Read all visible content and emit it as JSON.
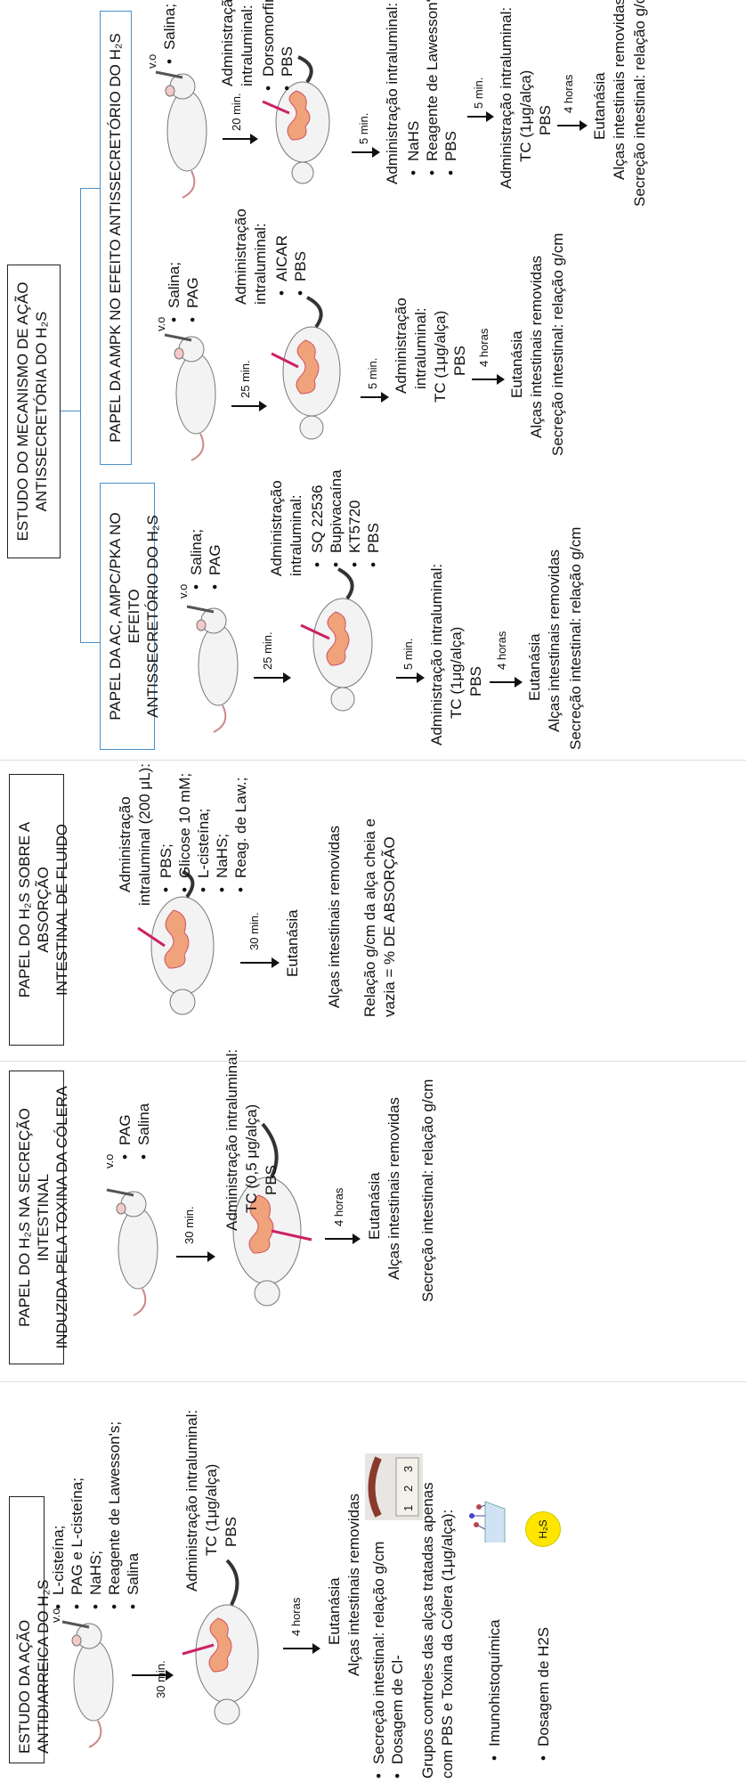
{
  "sections": {
    "antidiarrheal": {
      "title": "ESTUDO DA AÇÃO ANTIDIARREICA DO H₂S",
      "vo": "v.o",
      "treatments": [
        "L-cisteína;",
        "PAG e L-cisteína;",
        "NaHS;",
        "Reagente de Lawesson's;",
        "Salina"
      ],
      "wait1": "30 min.",
      "admin": "Administração intraluminal:",
      "admin2": "TC (1μg/alça)",
      "admin3": "PBS",
      "wait2": "4 horas",
      "outcome1": "Eutanásia",
      "outcome2": "Alças intestinais removidas",
      "results": [
        "Secreção intestinal: relação g/cm",
        "Dosagem de Cl-"
      ],
      "controls1": "Grupos controles das alças tratadas apenas",
      "controls2": "com PBS e Toxina da Cólera (1μg/alça):",
      "assays": [
        "Imunohistoquímica",
        "Dosagem de H2S"
      ],
      "h2s_badge": "H₂S",
      "ruler_ticks": [
        "1",
        "2",
        "3"
      ]
    },
    "cholera": {
      "title1": "PAPEL DO H₂S NA SECREÇÃO INTESTINAL",
      "title2": "INDUZIDA PELA TOXINA DA CÓLERA",
      "vo": "v.o",
      "treatments": [
        "PAG",
        "Salina"
      ],
      "wait1": "30 min.",
      "admin": "Administração intraluminal:",
      "admin2": "TC (0,5 μg/alça)",
      "admin3": "PBS",
      "wait2": "4 horas",
      "outcome1": "Eutanásia",
      "outcome2": "Alças intestinais removidas",
      "result": "Secreção intestinal: relação g/cm"
    },
    "absorption": {
      "title1": "PAPEL DO H₂S SOBRE A ABSORÇÃO",
      "title2": "INTESTINAL DE FLUIDO",
      "admin1": "Administração",
      "admin2": "intraluminal (200 μL):",
      "treatments": [
        "PBS;",
        "Glicose 10 mM;",
        "L-cisteína;",
        "NaHS;",
        "Reag. de Law.;"
      ],
      "wait": "30 min.",
      "outcome1": "Eutanásia",
      "outcome2": "Alças intestinais removidas",
      "result1": "Relação g/cm da alça cheia e",
      "result2": "vazia = % DE ABSORÇÃO"
    },
    "mechanism": {
      "title1": "ESTUDO DO MECANISMO DE AÇÃO",
      "title2": "ANTISSECRETÓRIA DO H₂S",
      "ac": {
        "title1": "PAPEL DA AC, AMPC/PKA NO EFEITO",
        "title2": "ANTISSECRETÓRIO DO H₂S",
        "vo": "v.o",
        "treatments": [
          "Salina;",
          "PAG"
        ],
        "wait1": "25 min.",
        "admin1": "Administração",
        "admin2": "intraluminal:",
        "admin_items": [
          "SQ 22536",
          "Bupivacaína",
          "KT5720",
          "PBS"
        ],
        "wait2": "5 min.",
        "admin_b1": "Administração intraluminal:",
        "admin_b2": "TC (1μg/alça)",
        "admin_b3": "PBS",
        "wait3": "4 horas",
        "outcome1": "Eutanásia",
        "outcome2": "Alças intestinais removidas",
        "result": "Secreção intestinal: relação g/cm"
      },
      "ampk": {
        "title": "PAPEL DA AMPK NO EFEITO ANTISSECRETÓRIO DO H₂S",
        "left": {
          "vo": "v.o",
          "treatments": [
            "Salina;",
            "PAG"
          ],
          "wait1": "25 min.",
          "admin1": "Administração",
          "admin2": "intraluminal:",
          "admin_items": [
            "AICAR",
            "PBS"
          ],
          "wait2": "5 min.",
          "admin_b1": "Administração",
          "admin_b2": "intraluminal:",
          "admin_b3": "TC (1μg/alça)",
          "admin_b4": "PBS",
          "wait3": "4 horas",
          "outcome1": "Eutanásia",
          "outcome2": "Alças intestinais removidas",
          "result": "Secreção intestinal: relação g/cm"
        },
        "right": {
          "vo": "v.o",
          "treatments": [
            "Salina;"
          ],
          "wait1": "20 min.",
          "admin1": "Administração",
          "admin2": "intraluminal:",
          "admin_items": [
            "Dorsomorfina",
            "PBS"
          ],
          "wait2": "5 min.",
          "admin_b0": "Administração intraluminal:",
          "admin_b_items": [
            "NaHS",
            "Reagente de Lawesson's",
            "PBS"
          ],
          "wait3": "5 min.",
          "admin_c1": "Administração intraluminal:",
          "admin_c2": "TC (1μg/alça)",
          "admin_c3": "PBS",
          "wait4": "4 horas",
          "outcome1": "Eutanásia",
          "outcome2": "Alças intestinais removidas",
          "result": "Secreção intestinal: relação g/cm"
        }
      }
    }
  },
  "colors": {
    "box_border": "#222222",
    "blue_border": "#4b90c8",
    "intestine": "#f0a27a",
    "mouse_body": "#f3f3f3"
  }
}
